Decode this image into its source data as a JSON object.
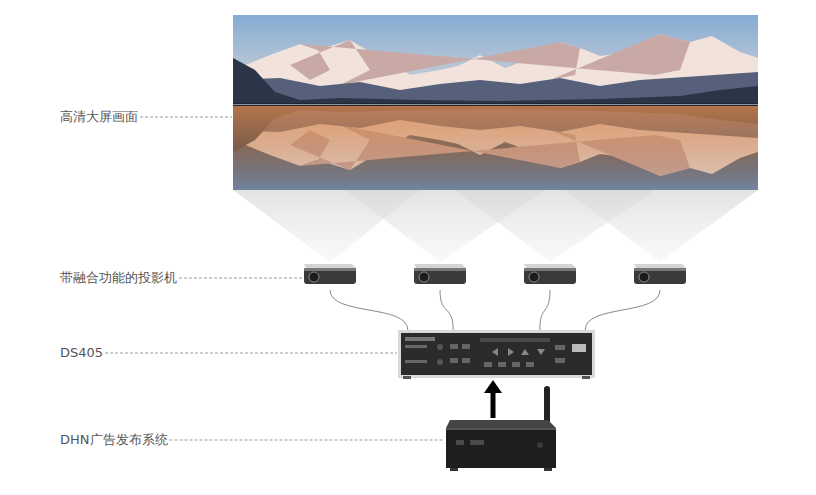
{
  "diagram": {
    "nodes": [
      {
        "text": [
          "高清大屏画面"
        ]
      },
      {
        "text": [
          "带融合功能的投影机"
        ]
      },
      {
        "text": [
          "DS405"
        ]
      },
      {
        "text": [
          "DHN广告发布系统"
        ]
      }
    ],
    "edges": [
      {
        "from": 2,
        "to": 1,
        "arrow": "none"
      },
      {
        "from": 3,
        "to": 2,
        "arrow": "to"
      }
    ]
  }
}
